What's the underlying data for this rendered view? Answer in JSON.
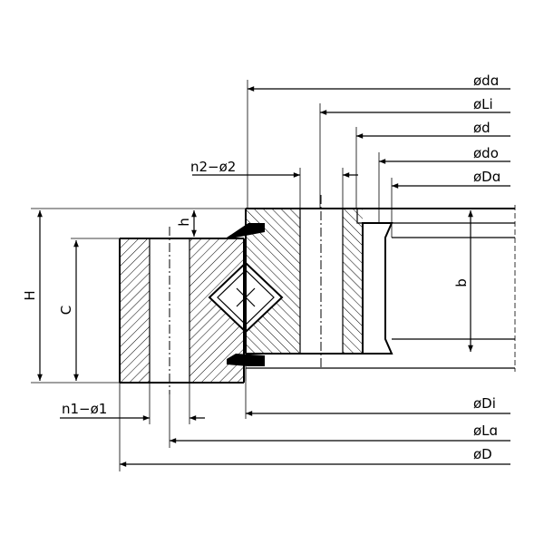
{
  "drawing": {
    "labels": {
      "da": "ødɑ",
      "Li": "øLi",
      "d": "ød",
      "do": "ødo",
      "Da": "øDɑ",
      "n2": "n2−ø2",
      "h": "h",
      "H": "H",
      "C": "C",
      "b": "b",
      "Di": "øDi",
      "n1": "n1−ø1",
      "La": "øLɑ",
      "D": "øD"
    }
  }
}
